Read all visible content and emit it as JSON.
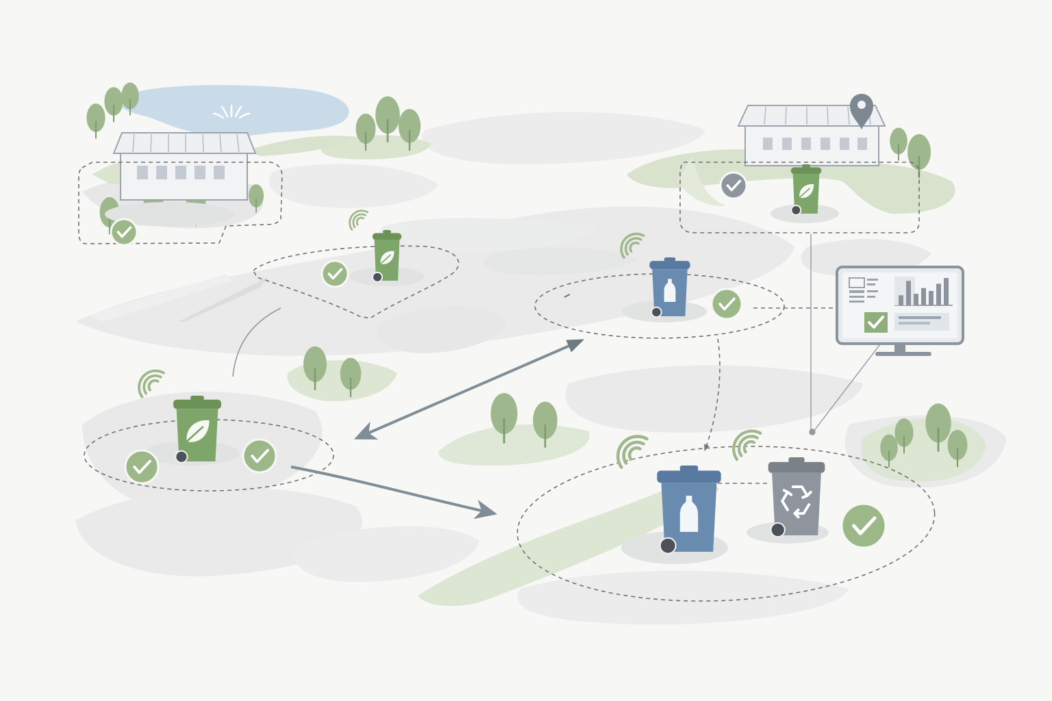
{
  "colors": {
    "background": "#f7f7f6",
    "ground": "#e6e7e6",
    "grass": "#d5e0c8",
    "tree": "#9eb78c",
    "water": "#c9dbe8",
    "building": "#eceef1",
    "building_stroke": "#9aa3ae",
    "bin_green": "#7fa66a",
    "bin_green_dark": "#6c9258",
    "bin_blue": "#6a8bb0",
    "bin_blue_dark": "#587aa0",
    "bin_gray": "#8e959c",
    "bin_gray_dark": "#7a8188",
    "check_badge": "#9cb889",
    "dashed_line": "#707070",
    "arrow": "#7e8d97",
    "monitor_frame": "#8b939c"
  },
  "icons": [
    "leaf-icon",
    "bottle-icon",
    "recycle-icon",
    "checkmark-icon",
    "wireless-signal-icon",
    "location-pin-icon",
    "fountain-icon",
    "bar-chart-icon"
  ],
  "monitor": {
    "bars": [
      0.35,
      0.85,
      0.4,
      0.6,
      0.5,
      0.75,
      0.95
    ],
    "checkbox_checked": true
  },
  "bins": [
    {
      "type": "organic",
      "icon": "leaf-icon",
      "color": "green",
      "sensor": true
    },
    {
      "type": "organic",
      "icon": "leaf-icon",
      "color": "green",
      "sensor": true
    },
    {
      "type": "organic",
      "icon": "leaf-icon",
      "color": "green",
      "sensor": false
    },
    {
      "type": "plastic",
      "icon": "bottle-icon",
      "color": "blue",
      "sensor": true
    },
    {
      "type": "plastic",
      "icon": "bottle-icon",
      "color": "blue",
      "sensor": true
    },
    {
      "type": "recycling",
      "icon": "recycle-icon",
      "color": "gray",
      "sensor": true
    }
  ]
}
